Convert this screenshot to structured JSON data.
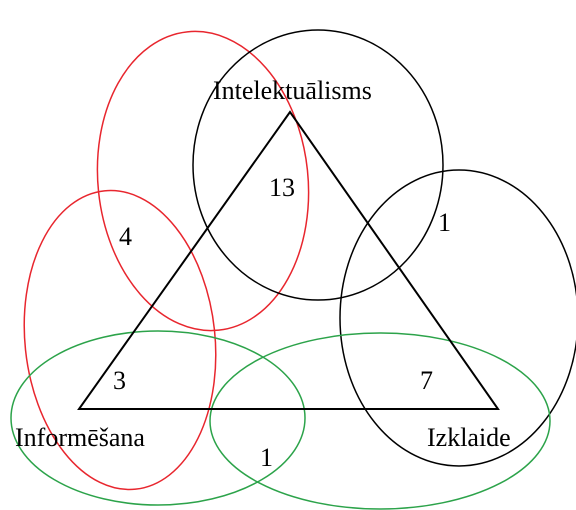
{
  "labels": {
    "top": "Intelektuālisms",
    "left": "Informēšana",
    "right": "Izklaide"
  },
  "counts": {
    "top": "13",
    "upper_left": "4",
    "upper_right": "1",
    "left": "3",
    "right": "7",
    "bottom": "1"
  },
  "colors": {
    "red": "#e8262e",
    "black": "#000000",
    "green": "#2ca34a"
  }
}
